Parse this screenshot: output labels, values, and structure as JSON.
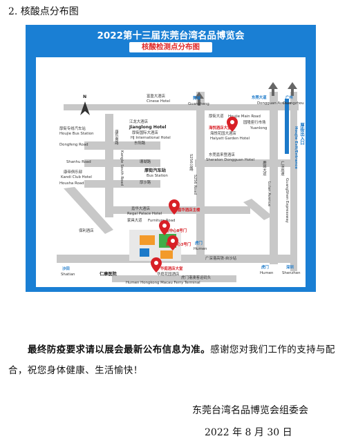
{
  "section_heading": "2. 核酸点分布图",
  "map": {
    "title": "2022第十三届东莞台湾名品博览会",
    "subtitle": "核酸检测点分布图",
    "compass": "N",
    "labels": {
      "guancheng_cn": "莞城",
      "guancheng_en": "Guancheng",
      "dongguan_ave_cn": "东莞大道",
      "dongguan_ave_en": "Dongguan Avenue",
      "guangzhou_cn": "广州",
      "guangzhou_en": "Guangzhou",
      "houjie_exit_cn": "厚街出入口",
      "houjie_exit_en": "Houjie Exit/Entrance",
      "gz_expressway_cn": "广深高速",
      "gz_expressway_en": "GuangShen Expressway",
      "fuyuan_cn": "富盈大酒店",
      "fuyuan_en": "Cinese Hotel",
      "jianglong_cn": "江龙大酒店",
      "jianglong_en": "Jianglong Hotel",
      "hj_intl_cn": "厚街国际大酒店",
      "hj_intl_en": "HJ International Hotel",
      "dongfang_road_cn": "东阳路",
      "houjie_bus_cn": "厚街专线汽车站",
      "houjie_bus_en": "Houjie Bus Station",
      "dongfeng_road": "Dongfeng Road",
      "shanhu_road": "Shanhu Road",
      "shanhu_road_cn": "珊瑚路",
      "kandi_cn": "康帝俱乐部",
      "kandi_en": "Kandi Club Hotel",
      "housha_road": "Housha Road",
      "housha_road_cn": "厚沙路",
      "kangle_road_cn": "康乐南路",
      "kangle_road_en": "Kangle South Road",
      "houjie_bus2_cn": "厚街汽车站",
      "houjie_bus2_en": "Bus Station",
      "s256_cn": "S256公路",
      "s256_en": "S256 Road",
      "main_road_cn": "厚街大道",
      "main_road_en": "Houjie Main Road",
      "haiyue_cn": "海悦酒店大堂",
      "yuanlong_cn": "园隆座行市场",
      "yuanlong_en": "Yuanlong",
      "halyatt_cn": "海悦花园大酒店",
      "halyatt_en": "Halyatt Garden Hotel",
      "sheraton_cn": "东莞嘉来登酒店",
      "sheraton_en": "Sheraton Dongguan Hotel",
      "lulian_road_cn": "鹿岗大道",
      "lulian_road_en": "Lulan Avenue",
      "jiahua_cn": "嘉华酒店主楼",
      "regal_cn": "嘉华大酒店",
      "regal_en": "Regal Palace Hotel",
      "furniture_cn": "家具大道",
      "furniture_en": "Furniture Road",
      "baoli_cn": "保利酒店",
      "expo_gate8_cn": "展览中心8号门",
      "expo_gate3_cn": "展览中心3号门",
      "renkang_cn": "仁康医院",
      "huating_lobby_cn": "华庭酒店大堂",
      "huating_cn": "华庭花园酒店",
      "shatian_cn": "沙田",
      "shatian_en": "Shatian",
      "humen_cn": "虎门",
      "humen_en": "Humen",
      "humen2_cn": "虎门",
      "humen2_en": "Humen",
      "shenzhen_cn": "深圳",
      "shenzhen_en": "Shenzhen",
      "hk_rail_cn": "广深港高铁-自沙站",
      "ferry_cn": "虎门港澳客运码头",
      "ferry_en": "Humen Hongkong Macau Ferry Terminal"
    }
  },
  "notice": {
    "bold": "最终防疫要求请以展会最新公布信息为准。",
    "rest": "感谢您对我们工作的支持与配合，祝您身体健康、生活愉快！"
  },
  "organizer": "东莞台湾名品博览会组委会",
  "date": "2022 年 8 月 30 日",
  "colors": {
    "frame_blue": "#1a7fd4",
    "road_gray": "#c8c8c8",
    "pin_red": "#d81f26",
    "expo_green": "#3fae49",
    "expo_orange": "#f39a2a",
    "label_blue": "#1b79c9"
  }
}
